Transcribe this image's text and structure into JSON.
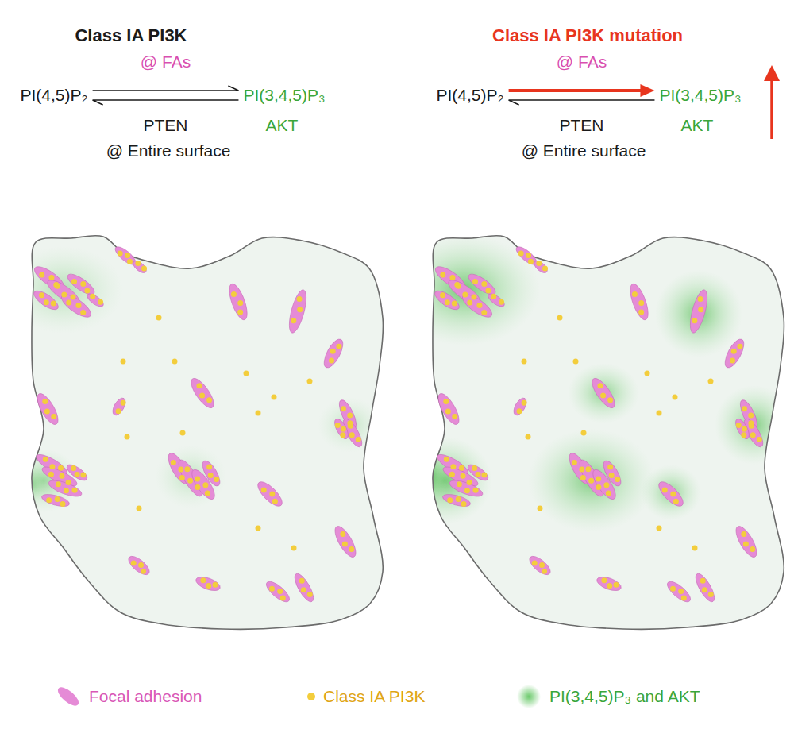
{
  "diagram": {
    "nodes": [
      {
        "text": [
          "PI(4,5)P₂"
        ]
      },
      {
        "text": [
          "PI(3,4,5)P₃"
        ]
      },
      {
        "text": [
          "PI(4,5)P₂"
        ]
      },
      {
        "text": [
          "PI(3,4,5)P₃"
        ]
      }
    ],
    "edges": [
      {
        "from": 0,
        "to": 1,
        "label": "@ FAs",
        "arrow": "to"
      },
      {
        "from": 1,
        "to": 0,
        "label": "PTEN",
        "arrow": "to"
      },
      {
        "from": 2,
        "to": 3,
        "label": "@ FAs",
        "arrow": "to"
      },
      {
        "from": 3,
        "to": 2,
        "label": "PTEN",
        "arrow": "to"
      }
    ],
    "labels": [
      "Class IA PI3K",
      "Class IA PI3K mutation",
      "AKT",
      "@ Entire surface",
      "AKT",
      "@ Entire surface"
    ],
    "legend": [
      {
        "text": "Focal adhesion",
        "color": "#e58bd6"
      },
      {
        "text": "Class IA PI3K",
        "color": "#f3cd3c"
      },
      {
        "text": "PI(3,4,5)P₃ and AKT",
        "color": "#5cc45c"
      }
    ]
  }
}
